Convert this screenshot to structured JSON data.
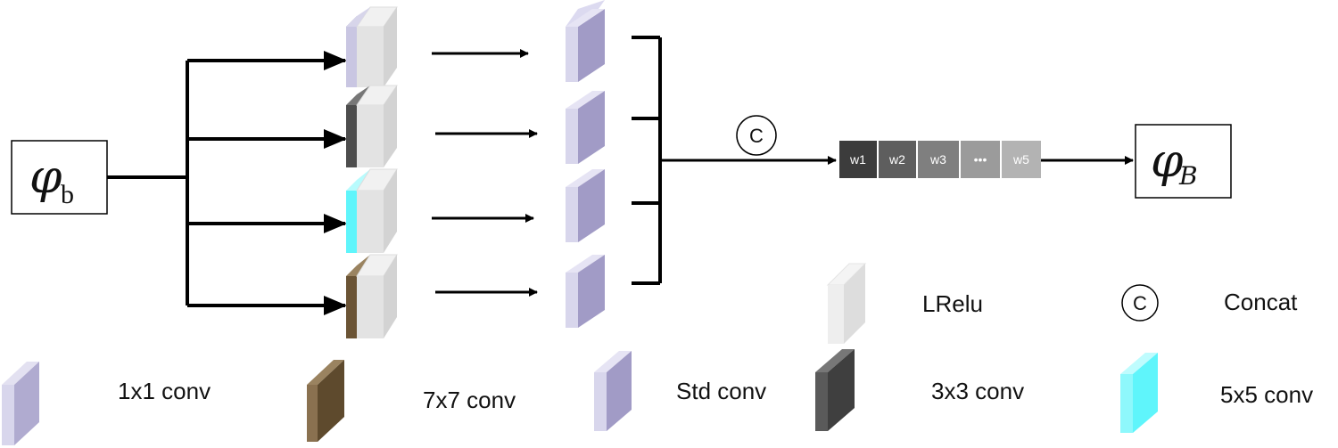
{
  "input_label": {
    "symbol": "φ",
    "subscript": "b"
  },
  "output_label": {
    "symbol": "φ",
    "subscript": "B"
  },
  "concat_symbol": "C",
  "weights": [
    "w1",
    "w2",
    "w3",
    "•••",
    "w5"
  ],
  "legend": {
    "lrelu": "LRelu",
    "concat": "Concat",
    "conv1x1": "1x1 conv",
    "conv7x7": "7x7 conv",
    "std_conv": "Std conv",
    "conv3x3": "3x3 conv",
    "conv5x5": "5x5 conv"
  },
  "colors": {
    "conv1x1": "#b9b6d6",
    "conv3x3": "#555555",
    "conv5x5": "#5ff5fb",
    "conv7x7": "#6b5435",
    "std_conv": "#a19bc6",
    "lrelu": "#e0e0e0",
    "w1": "#3c3c3c",
    "w2": "#5e5e5e",
    "w3": "#7f7f7f",
    "dots": "#9b9b9b",
    "w5": "#b3b3b3"
  }
}
